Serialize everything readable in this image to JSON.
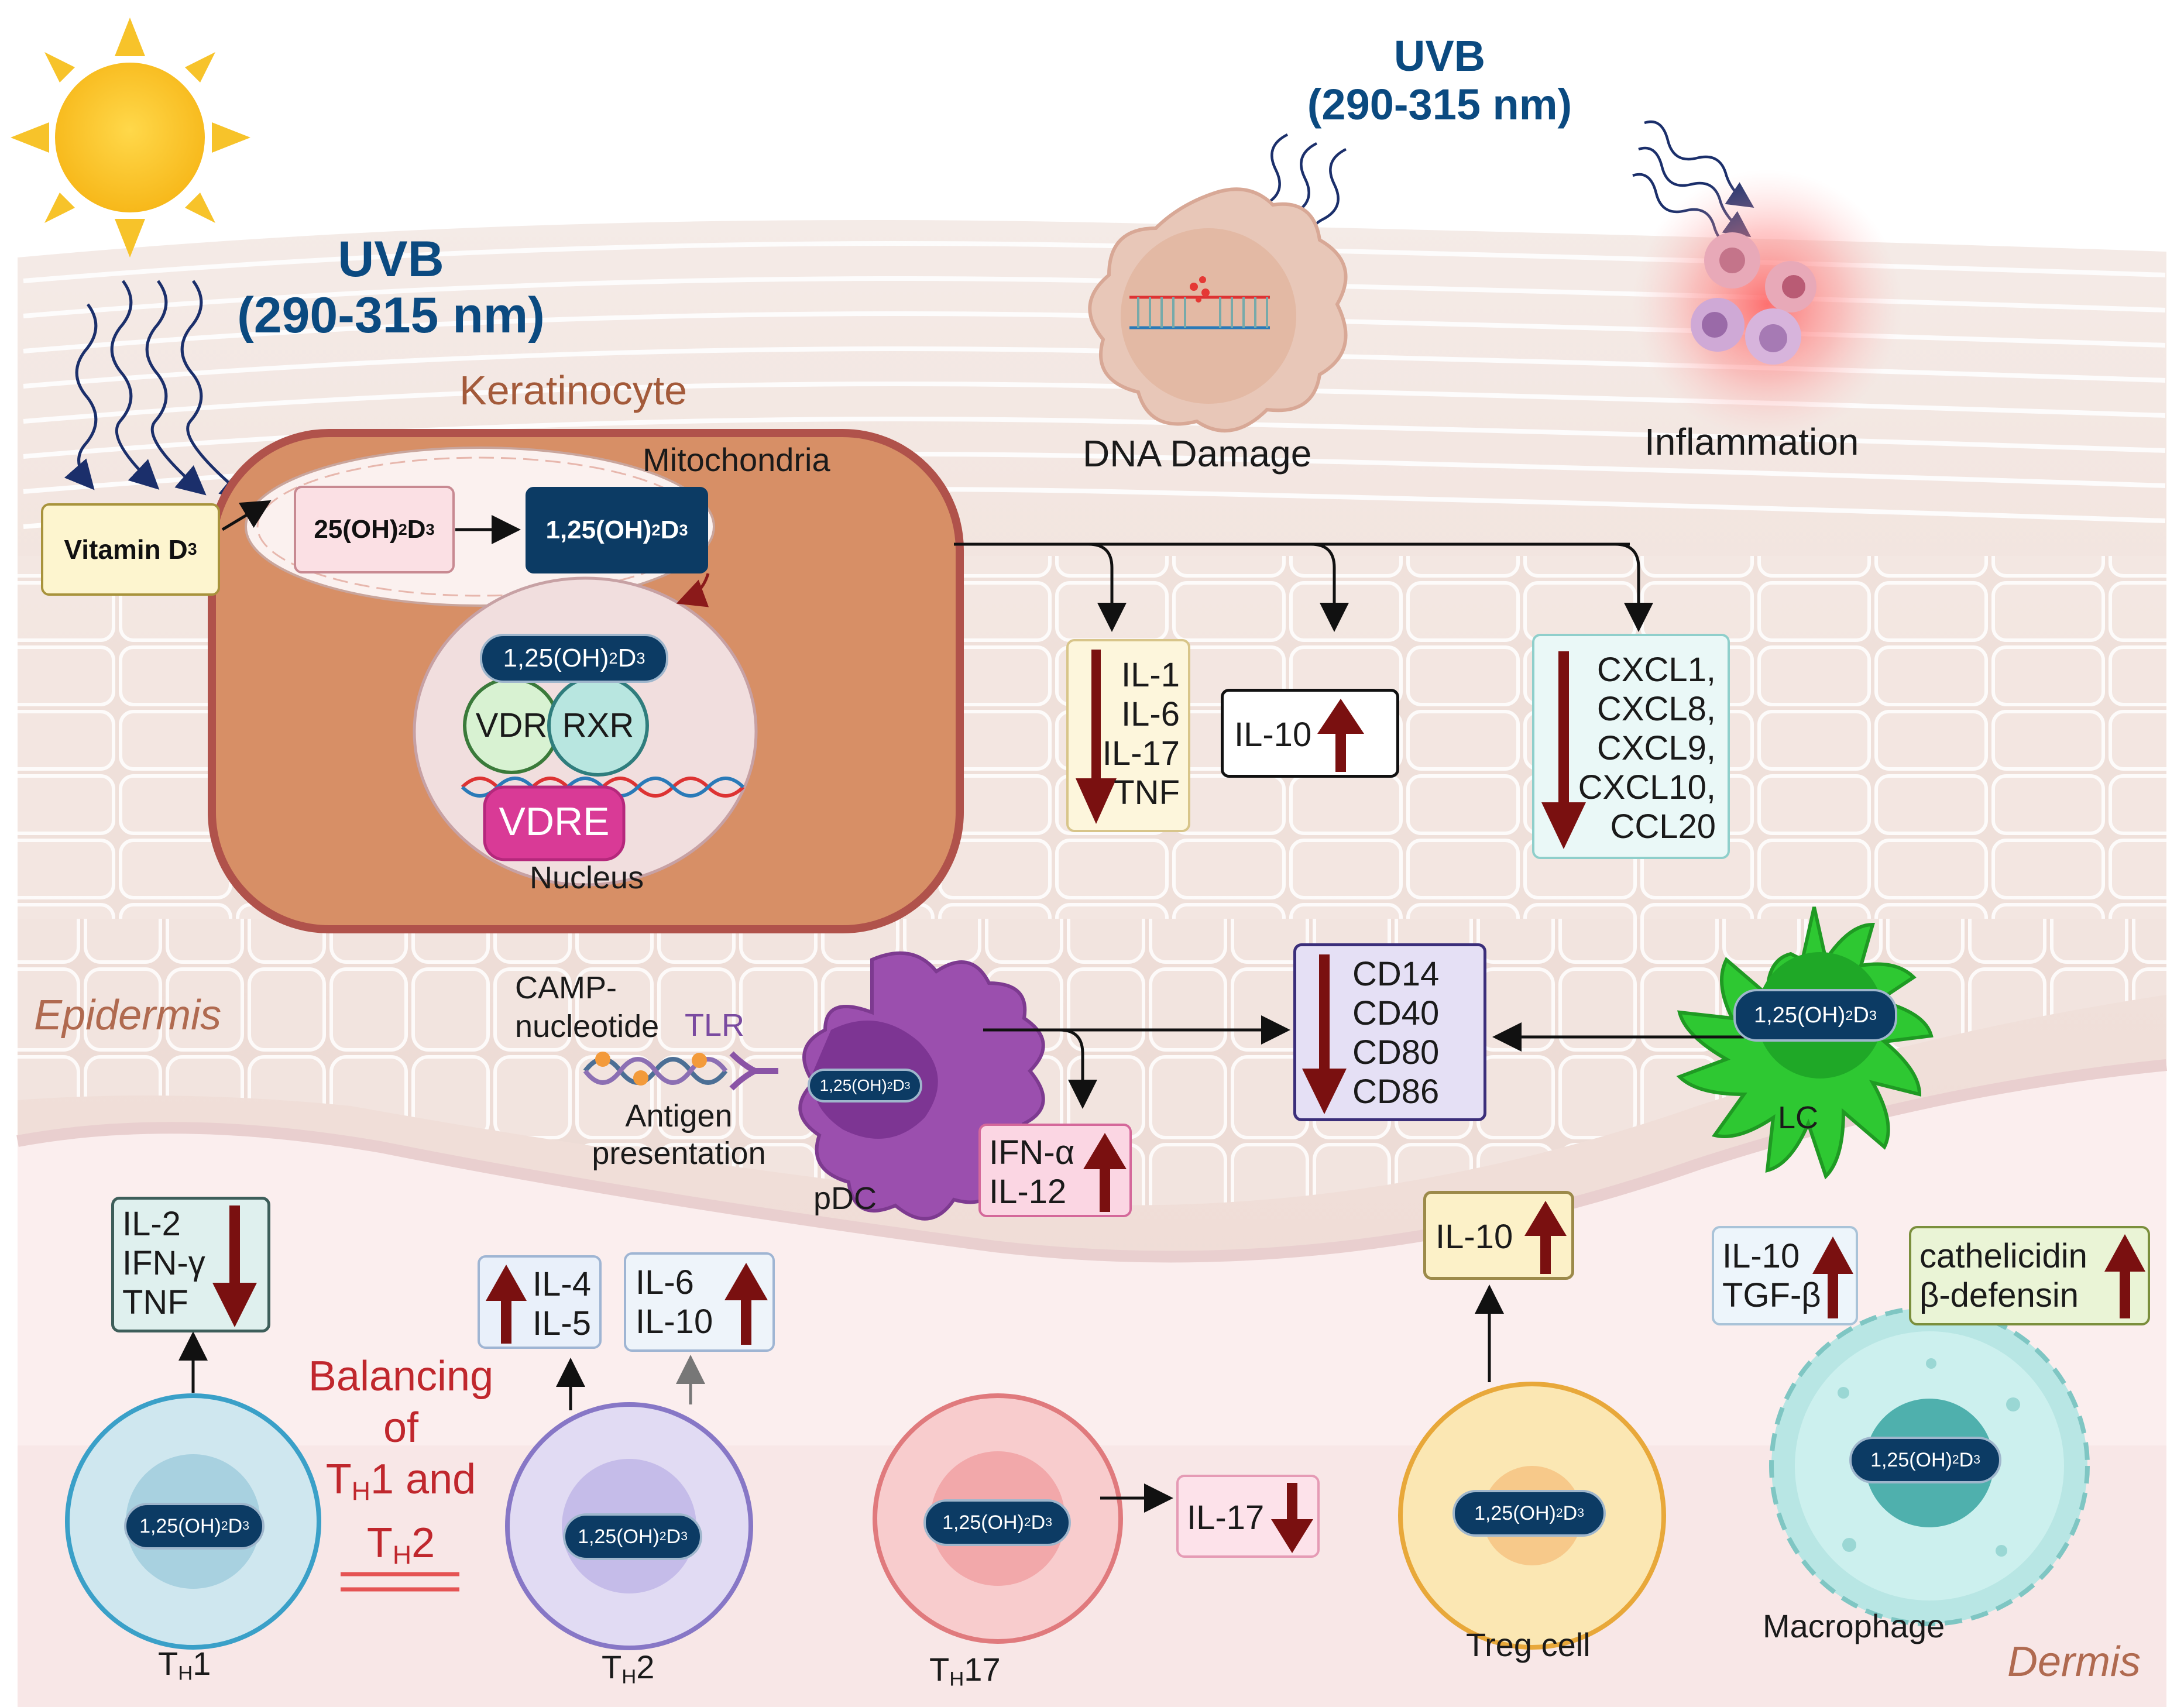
{
  "uvb_main": {
    "title": "UVB",
    "range": "(290-315 nm)"
  },
  "uvb_top": {
    "title": "UVB",
    "range": "(290-315 nm)"
  },
  "keratinocyte": {
    "label": "Keratinocyte",
    "mitochondria": "Mitochondria",
    "nucleus": "Nucleus",
    "vitamin_d3": {
      "base": "Vitamin D",
      "sub": "3"
    },
    "calcifediol": {
      "p1": "25(OH)",
      "s1": "2",
      "p2": "D",
      "s2": "3"
    },
    "calcitriol": {
      "p1": "1,25(OH)",
      "s1": "2",
      "p2": "D",
      "s2": "3"
    },
    "vdr": "VDR",
    "rxr": "RXR",
    "vdre": "VDRE"
  },
  "vitd_pill": {
    "p1": "1,25(OH)",
    "s1": "2",
    "p2": "D",
    "s2": "3"
  },
  "effects": {
    "dna_damage": "DNA Damage",
    "inflammation": "Inflammation"
  },
  "cytokines": {
    "il_box": [
      "IL-1",
      "IL-6",
      "IL-17",
      "TNF"
    ],
    "il10_box": "IL-10",
    "chemokines": [
      "CXCL1,",
      "CXCL8,",
      "CXCL9,",
      "CXCL10,",
      "CCL20"
    ],
    "cd_box": [
      "CD14",
      "CD40",
      "CD80",
      "CD86"
    ],
    "ifn_box": [
      "IFN-α",
      "IL-12"
    ],
    "th1_box": [
      "IL-2",
      "IFN-γ",
      "TNF"
    ],
    "th2_box_a": [
      "IL-4",
      "IL-5"
    ],
    "th2_box_b": [
      "IL-6",
      "IL-10"
    ],
    "th17_box": "IL-17",
    "treg_box": "IL-10",
    "mac_box_a": [
      "IL-10",
      "TGF-β"
    ],
    "mac_box_b": [
      "cathelicidin",
      "β-defensin"
    ]
  },
  "pdc": {
    "camp": [
      "CAMP-",
      "nucleotide"
    ],
    "tlr": "TLR",
    "antigen": [
      "Antigen",
      "presentation"
    ],
    "label": "pDC"
  },
  "lc_label": "LC",
  "layers": {
    "epidermis": "Epidermis",
    "dermis": "Dermis"
  },
  "balance": {
    "l1": "Balancing",
    "l2": "of",
    "l3a": "T",
    "l3s": "H",
    "l3b": "1 and",
    "l4a": "T",
    "l4s": "H",
    "l4b": "2"
  },
  "cells": {
    "th1": {
      "a": "T",
      "s": "H",
      "b": "1"
    },
    "th2": {
      "a": "T",
      "s": "H",
      "b": "2"
    },
    "th17": {
      "a": "T",
      "s": "H",
      "b": "17"
    },
    "treg": "Treg cell",
    "macrophage": "Macrophage"
  },
  "colors": {
    "title_blue": "#0b4a80",
    "brown_label": "#a35a3a",
    "down_arrow": "#7a1010",
    "balance_red": "#c0272d",
    "keratinocyte_fill": "#d78f66",
    "pdc_purple": "#9b4fae",
    "lc_green": "#2ec832"
  }
}
